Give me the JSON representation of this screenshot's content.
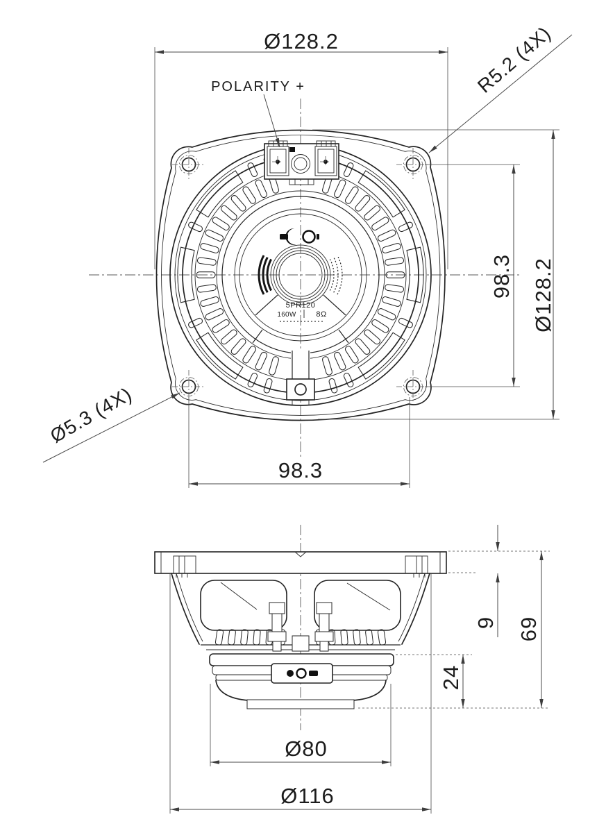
{
  "drawing": {
    "front_view": {
      "dim_flange_width": "Ø128.2",
      "polarity_label": "POLARITY +",
      "corner_radius_label": "R5.2 (4X)",
      "mount_hole_label": "Ø5.3 (4X)",
      "dim_hole_spacing_vertical": "98.3",
      "dim_flange_height": "Ø128.2",
      "dim_hole_spacing_horizontal": "98.3",
      "cone_label": {
        "model": "5PR120",
        "power": "160W",
        "impedance": "8Ω"
      }
    },
    "side_view": {
      "dim_flange_thickness": "9",
      "dim_total_depth": "69",
      "dim_magnet_height": "24",
      "dim_magnet_diameter": "Ø80",
      "dim_basket_diameter": "Ø116"
    }
  }
}
